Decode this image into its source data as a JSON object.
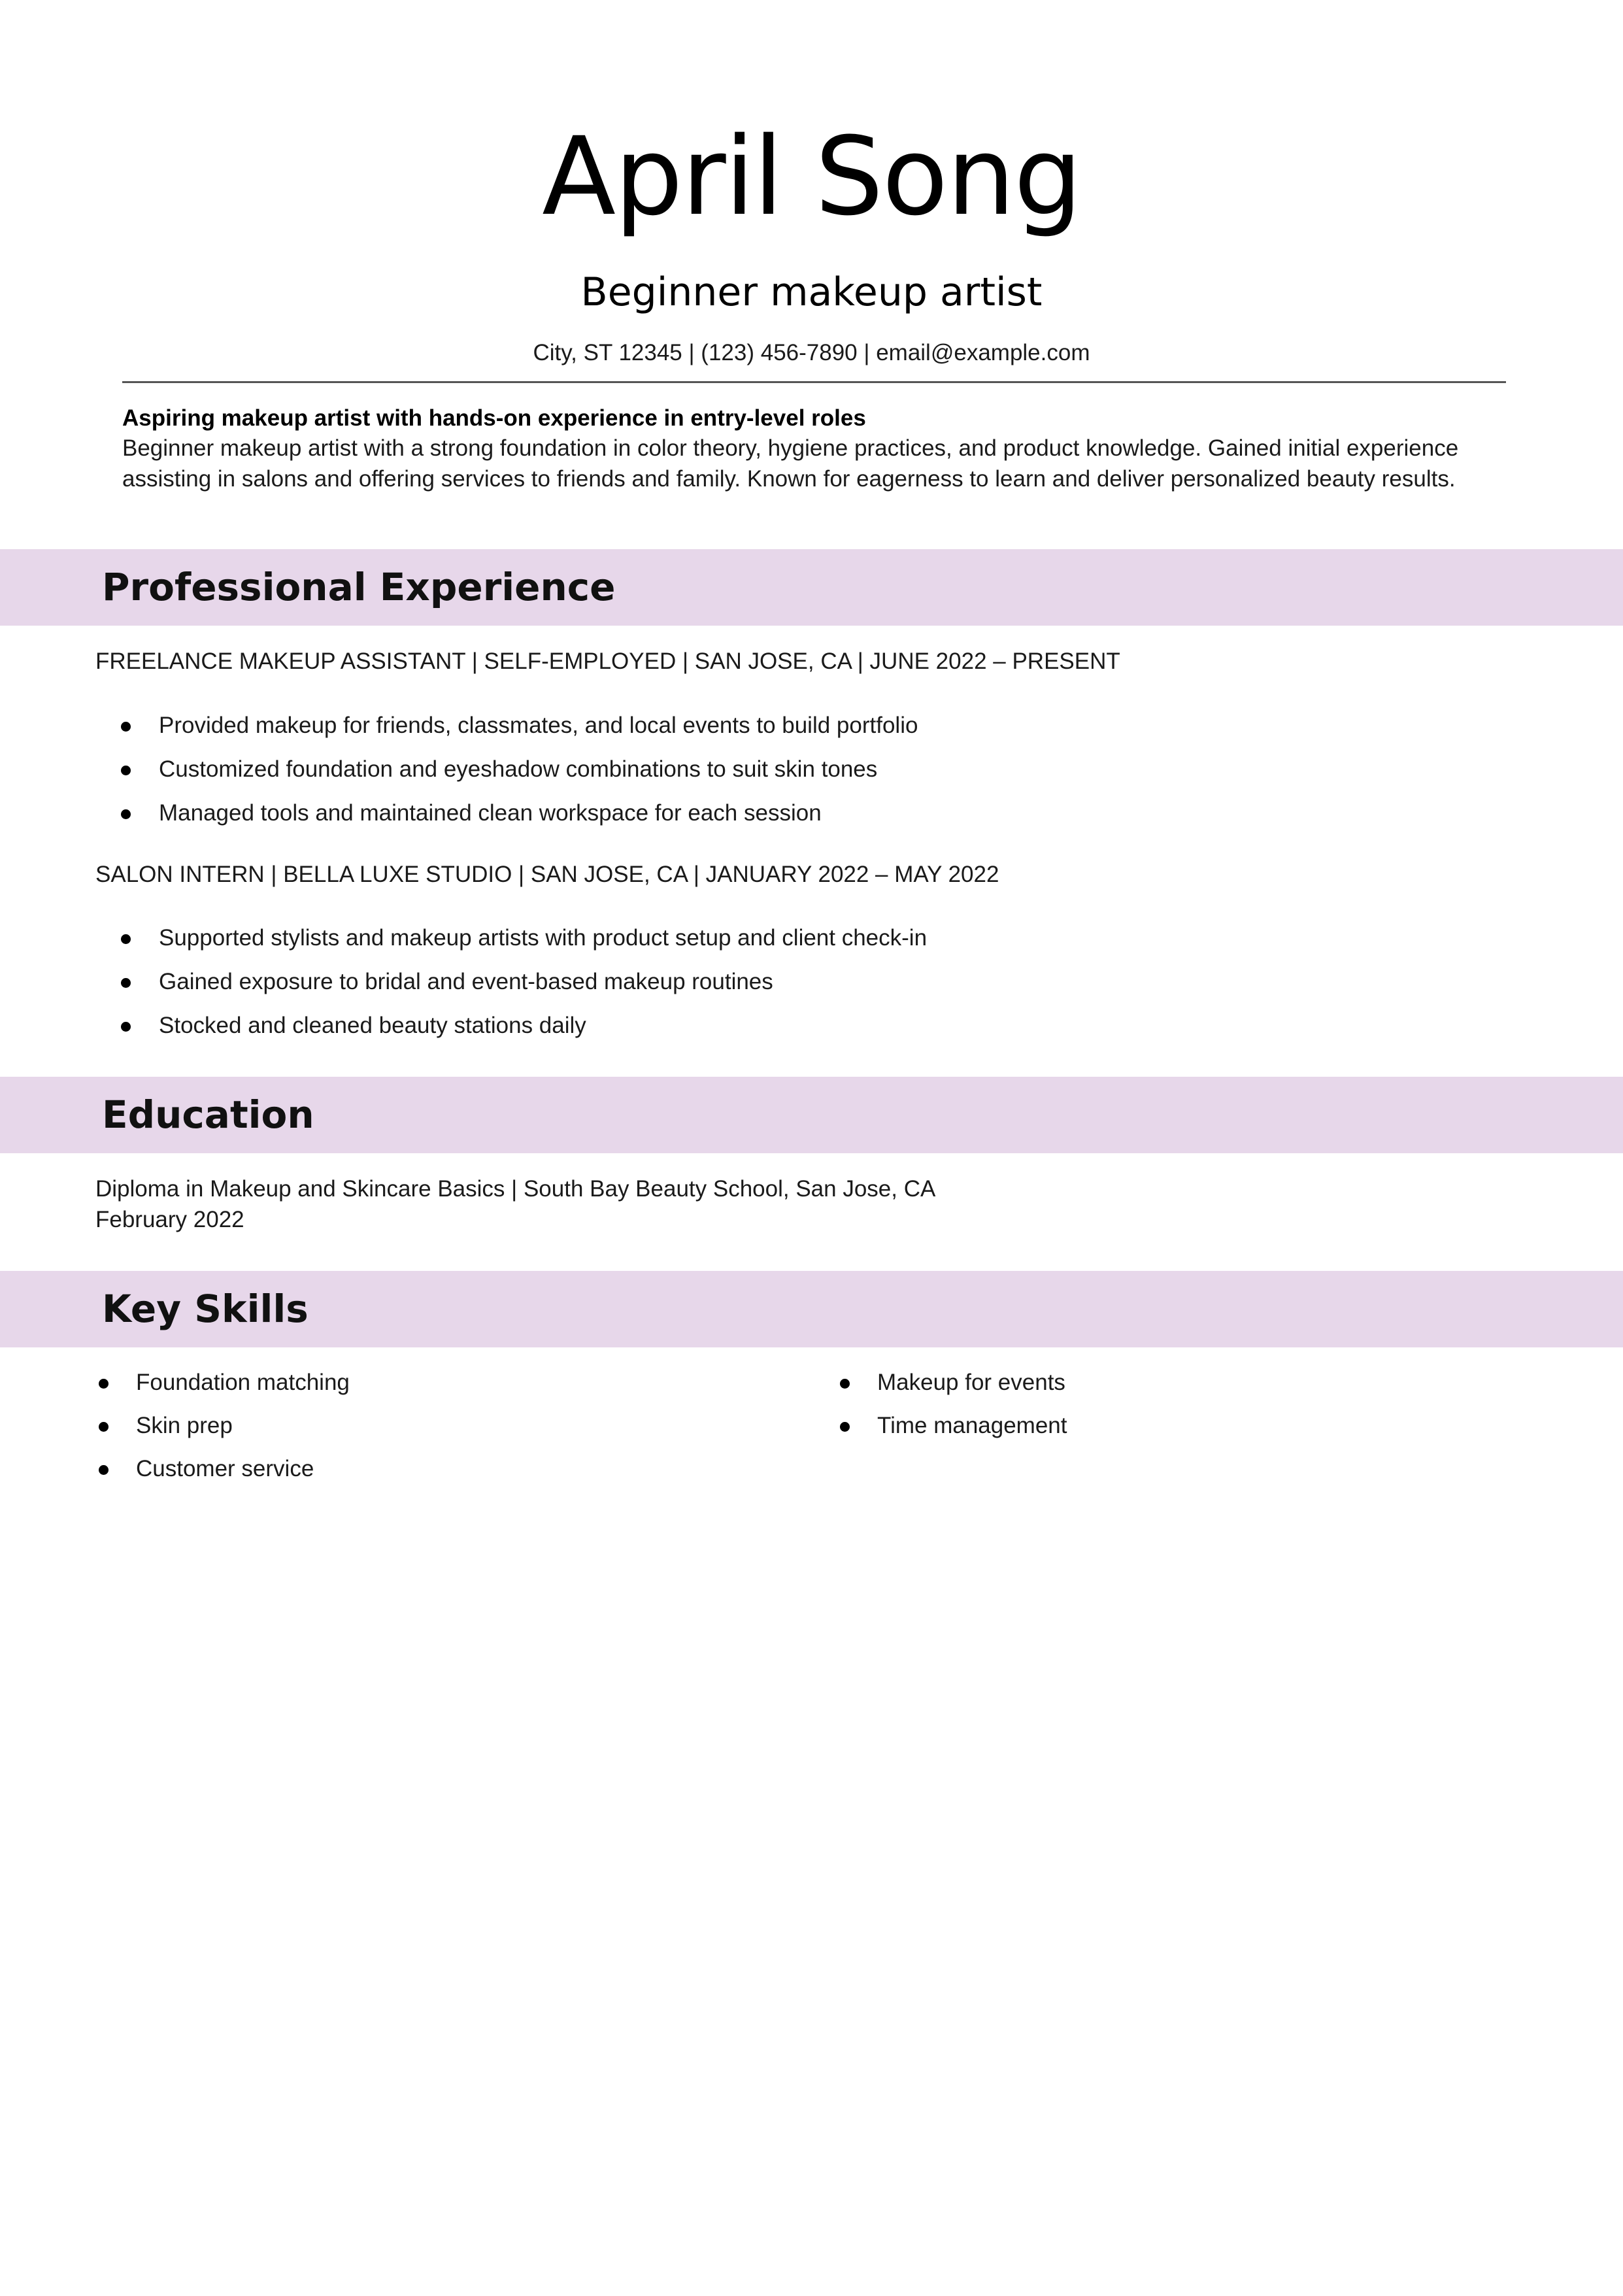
{
  "header": {
    "name": "April Song",
    "title": "Beginner makeup artist",
    "contact": "City, ST 12345 | (123) 456-7890 | email@example.com"
  },
  "summary": {
    "headline": "Aspiring makeup artist with hands-on experience in entry-level roles",
    "body": "Beginner makeup artist with a strong foundation in color theory, hygiene practices, and product knowledge. Gained initial experience assisting in salons and offering services to friends and family. Known for eagerness to learn and deliver personalized beauty results."
  },
  "experience": {
    "heading": "Professional Experience",
    "jobs": [
      {
        "line": "FREELANCE MAKEUP ASSISTANT | SELF-EMPLOYED | SAN JOSE, CA | JUNE 2022 – PRESENT",
        "bullets": [
          "Provided makeup for friends, classmates, and local events to build portfolio",
          "Customized foundation and eyeshadow combinations to suit skin tones",
          "Managed tools and maintained clean workspace for each session"
        ]
      },
      {
        "line": "SALON INTERN | BELLA LUXE STUDIO | SAN JOSE, CA | JANUARY 2022 – MAY 2022",
        "bullets": [
          "Supported stylists and makeup artists with product setup and client check-in",
          "Gained exposure to bridal and event-based makeup routines",
          "Stocked and cleaned beauty stations daily"
        ]
      }
    ]
  },
  "education": {
    "heading": "Education",
    "degree_line": "Diploma in Makeup and Skincare Basics | South Bay Beauty School, San Jose, CA",
    "date": "February 2022"
  },
  "skills": {
    "heading": "Key Skills",
    "left": [
      "Foundation matching",
      "Skin prep",
      "Customer service"
    ],
    "right": [
      "Makeup for events",
      "Time management"
    ]
  },
  "colors": {
    "section_band": "#e7d7ea",
    "rule": "#555555"
  }
}
